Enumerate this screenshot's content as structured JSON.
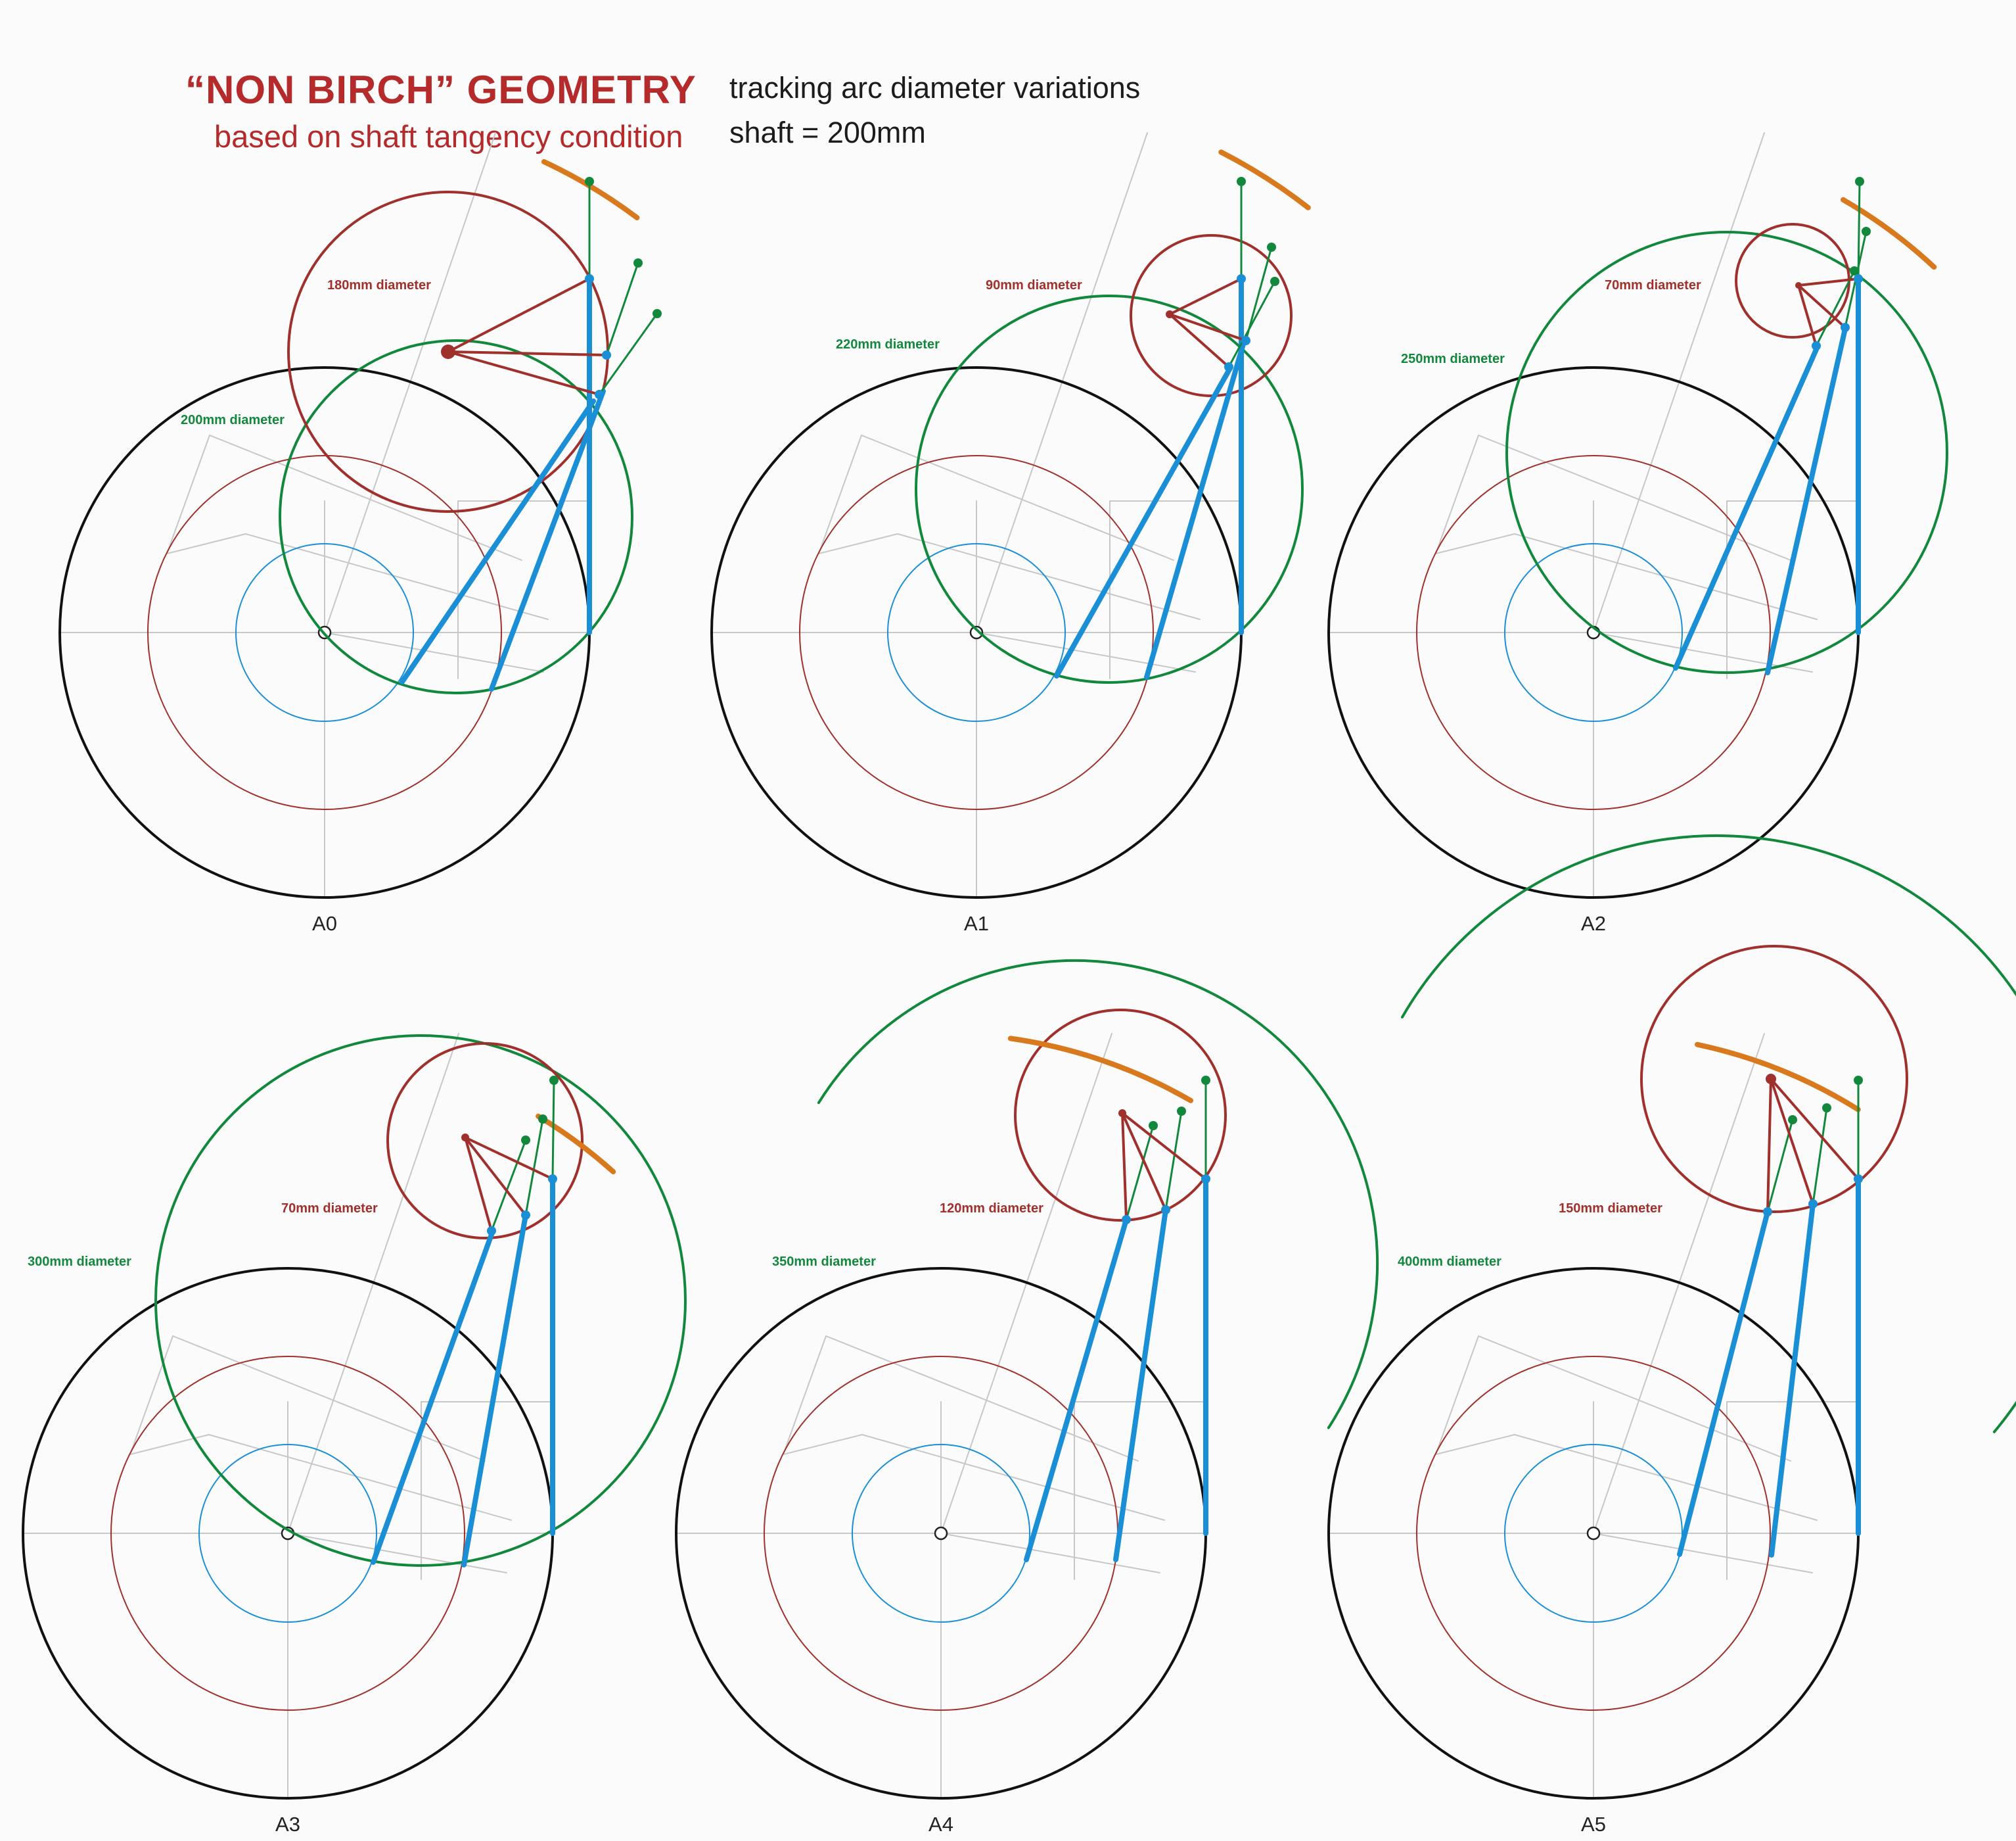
{
  "header": {
    "title": "“NON BIRCH” GEOMETRY",
    "subtitle": "based on shaft tangency condition",
    "note_line1": "tracking arc diameter variations",
    "note_line2": "shaft = 200mm"
  },
  "colors": {
    "platter_outline": "#111111",
    "record_red": "#a0302c",
    "tracking_circle": "#12883c",
    "tonearm_blue": "#1a8fd6",
    "tracking_arc": "#d8791e",
    "construction": "#c7c7c7"
  },
  "panels": [
    {
      "caption": "A0",
      "green_label": "200mm diameter",
      "red_label": "180mm diameter"
    },
    {
      "caption": "A1",
      "green_label": "220mm diameter",
      "red_label": "90mm diameter"
    },
    {
      "caption": "A2",
      "green_label": "250mm diameter",
      "red_label": "70mm diameter"
    },
    {
      "caption": "A3",
      "green_label": "300mm diameter",
      "red_label": "70mm diameter"
    },
    {
      "caption": "A4",
      "green_label": "350mm diameter",
      "red_label": "120mm diameter"
    },
    {
      "caption": "A5",
      "green_label": "400mm diameter",
      "red_label": "150mm diameter"
    }
  ]
}
